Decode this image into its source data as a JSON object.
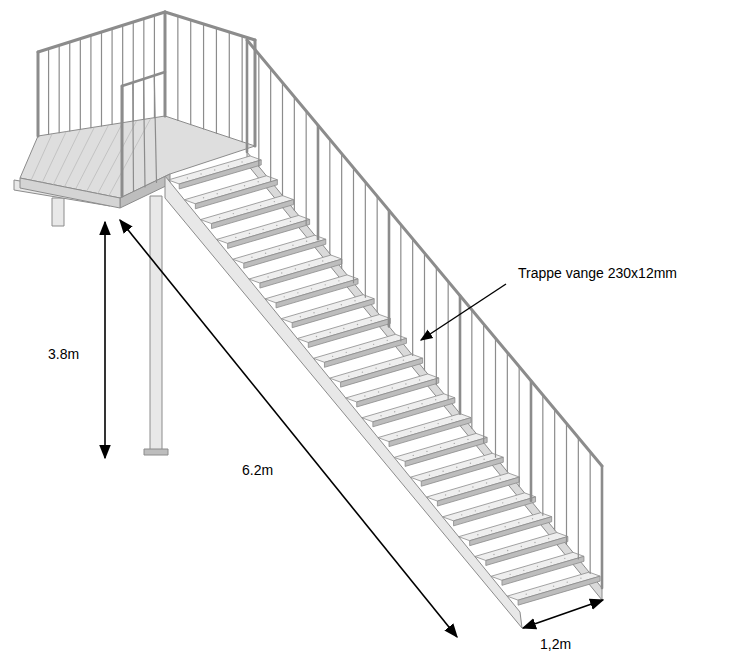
{
  "diagram": {
    "labels": [
      "3.8m",
      "6.2m",
      "Trappe vange 230x12mm",
      "1,2m"
    ]
  }
}
